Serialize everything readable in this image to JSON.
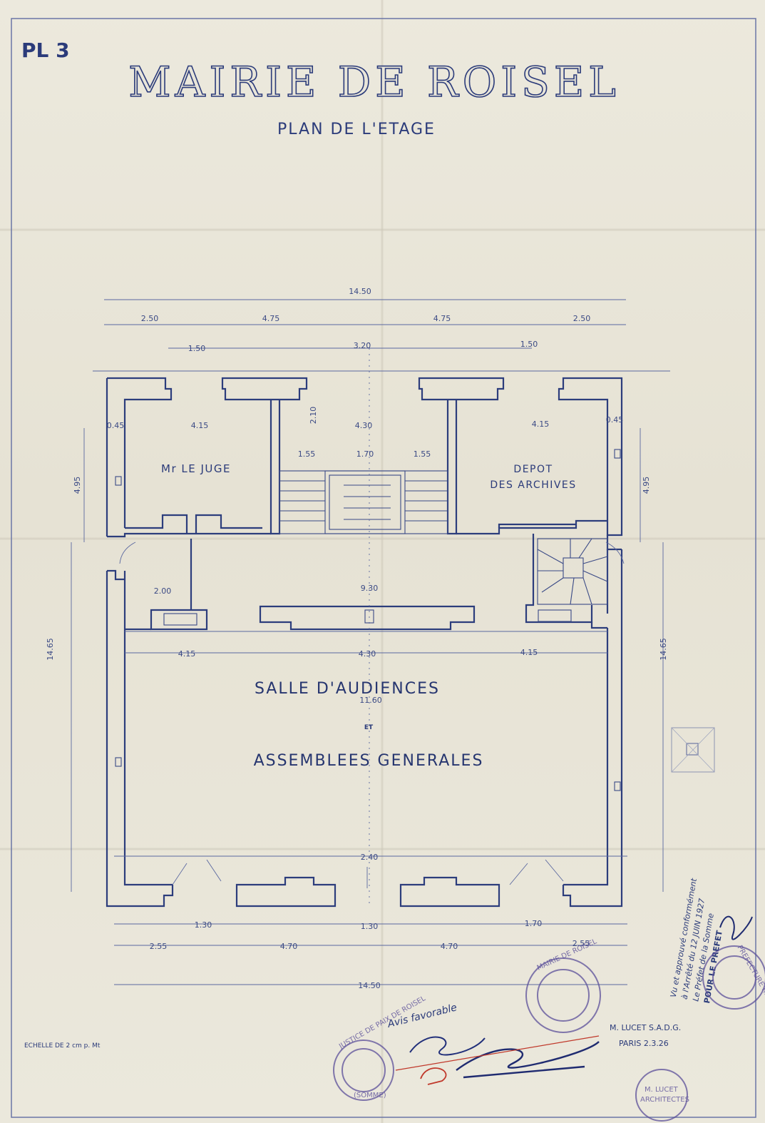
{
  "sheet": {
    "plate_ref": "PL 3",
    "title": "MAIRIE DE ROISEL",
    "subtitle": "PLAN DE L'ETAGE"
  },
  "rooms": {
    "judge_office": "Mr LE JUGE",
    "archives_line1": "DEPOT",
    "archives_line2": "DES ARCHIVES",
    "hall_line1": "SALLE D'AUDIENCES",
    "hall_conjunction": "ET",
    "hall_line2": "ASSEMBLEES GENERALES"
  },
  "dimensions": {
    "overall_width_top": "14.50",
    "top_segment_1": "2.50",
    "top_segment_2": "4.75",
    "top_segment_3": "4.75",
    "top_segment_4": "2.50",
    "window_left": "1.50",
    "center_span": "3.20",
    "window_right": "1.50",
    "left_room_width": "4.15",
    "stair_hall_width": "4.30",
    "right_room_width": "4.15",
    "stair_run_left": "1.55",
    "stair_landing": "1.70",
    "stair_run_right": "1.55",
    "left_room_depth": "4.95",
    "right_room_depth": "4.95",
    "left_wall_1": "0.45",
    "right_wall_1": "0.45",
    "stair_depth": "2.10",
    "cupboard_width": "2.00",
    "corridor_width": "9.30",
    "hall_width": "11.60",
    "overall_depth_left": "14.65",
    "overall_depth_right": "14.65",
    "hall_sub_left": "4.15",
    "hall_sub_mid": "4.30",
    "hall_sub_right": "4.15",
    "bottom_pier": "2.40",
    "bottom_window_left": "1.30",
    "bottom_window_mid": "1.30",
    "bottom_window_right": "1.70",
    "bottom_segment_1": "2.55",
    "bottom_segment_2": "4.70",
    "bottom_segment_3": "4.70",
    "bottom_segment_4": "2.55",
    "overall_width_bottom": "14.50"
  },
  "footer": {
    "scale": "ECHELLE DE 2 cm p. Mt",
    "architect_line1": "M. LUCET  S.A.D.G.",
    "architect_line2": "PARIS  2.3.26",
    "avis": "Avis favorable",
    "approval_line1": "Vu et approuvé conformément",
    "approval_line2": "à l'Arrêté du 12 JUIN 1927",
    "approval_line3": "Le Préfet de la Somme",
    "approval_line4": "POUR LE PREFET"
  },
  "stamps": {
    "justice": "JUSTICE DE PAIX DE ROISEL",
    "justice_sub": "(SOMME)",
    "mairie": "MAIRIE DE ROISEL",
    "prefecture": "PREFECTURE  REPUBLIQUE FRANÇAISE  DE LA SOMME",
    "architect_stamp_1": "M. LUCET",
    "architect_stamp_2": "ARCHITECTES"
  },
  "colors": {
    "paper": "#e9e6da",
    "ink": "#2c3d7c",
    "stamp": "#5b4f9a",
    "red_pencil": "#c0392b"
  }
}
